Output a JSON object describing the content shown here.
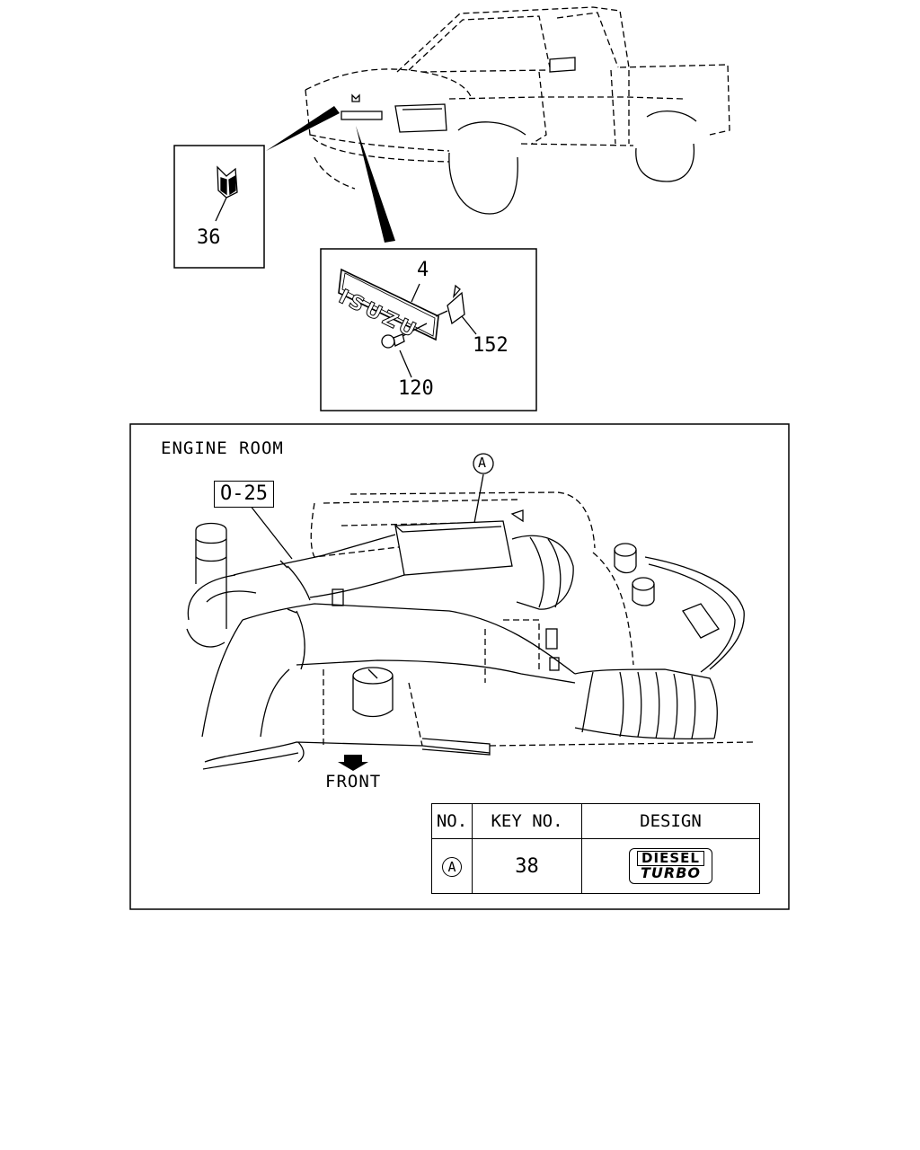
{
  "callouts": {
    "part_36": "36",
    "part_4": "4",
    "part_152": "152",
    "part_120": "120",
    "marker_a": "A"
  },
  "engine_room": {
    "title": "ENGINE ROOM",
    "reference": "O-25",
    "direction_label": "FRONT"
  },
  "key_table": {
    "headers": [
      "NO.",
      "KEY NO.",
      "DESIGN"
    ],
    "rows": [
      {
        "no": "A",
        "key_no": "38",
        "design_line1": "DIESEL",
        "design_line2": "TURBO"
      }
    ]
  },
  "emblem_text": "ISUZU"
}
